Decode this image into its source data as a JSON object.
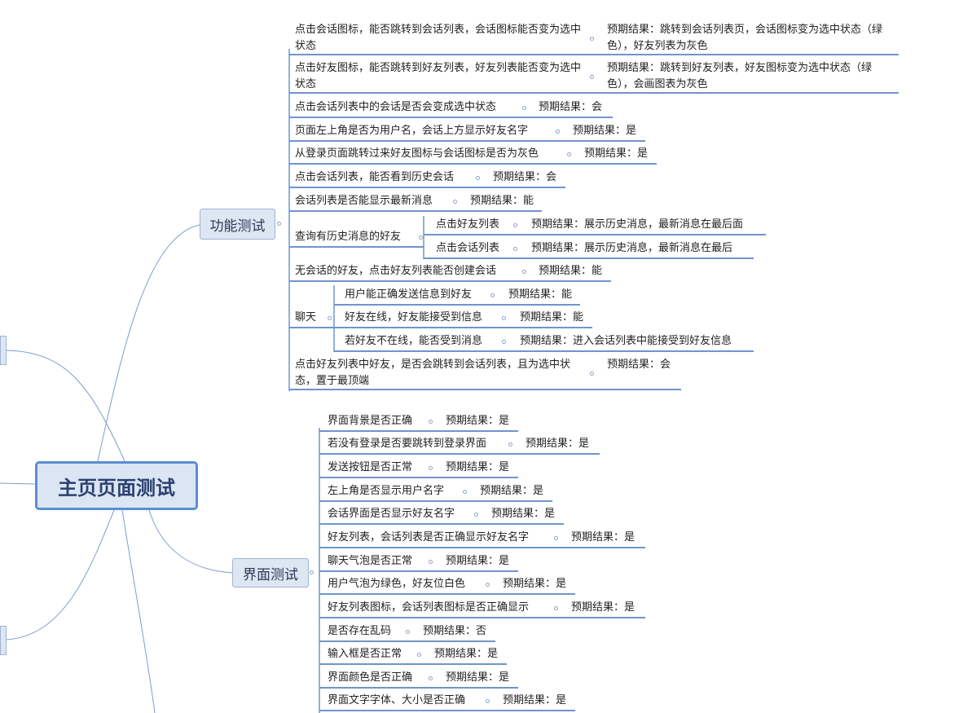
{
  "root": {
    "label": "主页页面测试"
  },
  "func_branch": {
    "label": "功能测试",
    "items": [
      {
        "case": "点击会话图标，能否跳转到会话列表，会话图标能否变为选中状态",
        "result": "预期结果：跳转到会话列表页，会话图标变为选中状态（绿色），好友列表为灰色"
      },
      {
        "case": "点击好友图标，能否跳转到好友列表，好友列表能否变为选中状态",
        "result": "预期结果：跳转到好友列表，好友图标变为选中状态（绿色），会画图表为灰色"
      },
      {
        "case": "点击会话列表中的会话是否会变成选中状态",
        "result": "预期结果：会"
      },
      {
        "case": "页面左上角是否为用户名，会话上方显示好友名字",
        "result": "预期结果：是"
      },
      {
        "case": "从登录页面跳转过来好友图标与会话图标是否为灰色",
        "result": "预期结果：是"
      },
      {
        "case": "点击会话列表，能否看到历史会话",
        "result": "预期结果：会"
      },
      {
        "case": "会话列表是否能显示最新消息",
        "result": "预期结果：能"
      },
      {
        "case": "查询有历史消息的好友",
        "children": [
          {
            "case": "点击好友列表",
            "result": "预期结果：展示历史消息，最新消息在最后面"
          },
          {
            "case": "点击会话列表",
            "result": "预期结果：展示历史消息，最新消息在最后"
          }
        ]
      },
      {
        "case": "无会话的好友，点击好友列表能否创建会话",
        "result": "预期结果：能"
      },
      {
        "case": "聊天",
        "children": [
          {
            "case": "用户能正确发送信息到好友",
            "result": "预期结果：能"
          },
          {
            "case": "好友在线，好友能接受到信息",
            "result": "预期结果：能"
          },
          {
            "case": "若好友不在线，能否受到消息",
            "result": "预期结果：进入会话列表中能接受到好友信息"
          }
        ]
      },
      {
        "case": "点击好友列表中好友，是否会跳转到会话列表，且为选中状态，置于最顶端",
        "result": "预期结果：会"
      }
    ]
  },
  "ui_branch": {
    "label": "界面测试",
    "items": [
      {
        "case": "界面背景是否正确",
        "result": "预期结果：是"
      },
      {
        "case": "若没有登录是否要跳转到登录界面",
        "result": "预期结果：是"
      },
      {
        "case": "发送按钮是否正常",
        "result": "预期结果：是"
      },
      {
        "case": "左上角是否显示用户名字",
        "result": "预期结果：是"
      },
      {
        "case": "会话界面是否显示好友名字",
        "result": "预期结果：是"
      },
      {
        "case": "好友列表，会话列表是否正确显示好友名字",
        "result": "预期结果：是"
      },
      {
        "case": "聊天气泡是否正常",
        "result": "预期结果：是"
      },
      {
        "case": "用户气泡为绿色，好友位白色",
        "result": "预期结果：是"
      },
      {
        "case": "好友列表图标，会话列表图标是否正确显示",
        "result": "预期结果：是"
      },
      {
        "case": "是否存在乱码",
        "result": "预期结果：否"
      },
      {
        "case": "输入框是否正常",
        "result": "预期结果：是"
      },
      {
        "case": "界面颜色是否正确",
        "result": "预期结果：是"
      },
      {
        "case": "界面文字字体、大小是否正确",
        "result": "预期结果：是"
      }
    ]
  },
  "colors": {
    "line": "#6f95cc",
    "curve": "#7d9dcb",
    "root_border": "#5b8ed0",
    "box_fill": "#dde6f3"
  }
}
